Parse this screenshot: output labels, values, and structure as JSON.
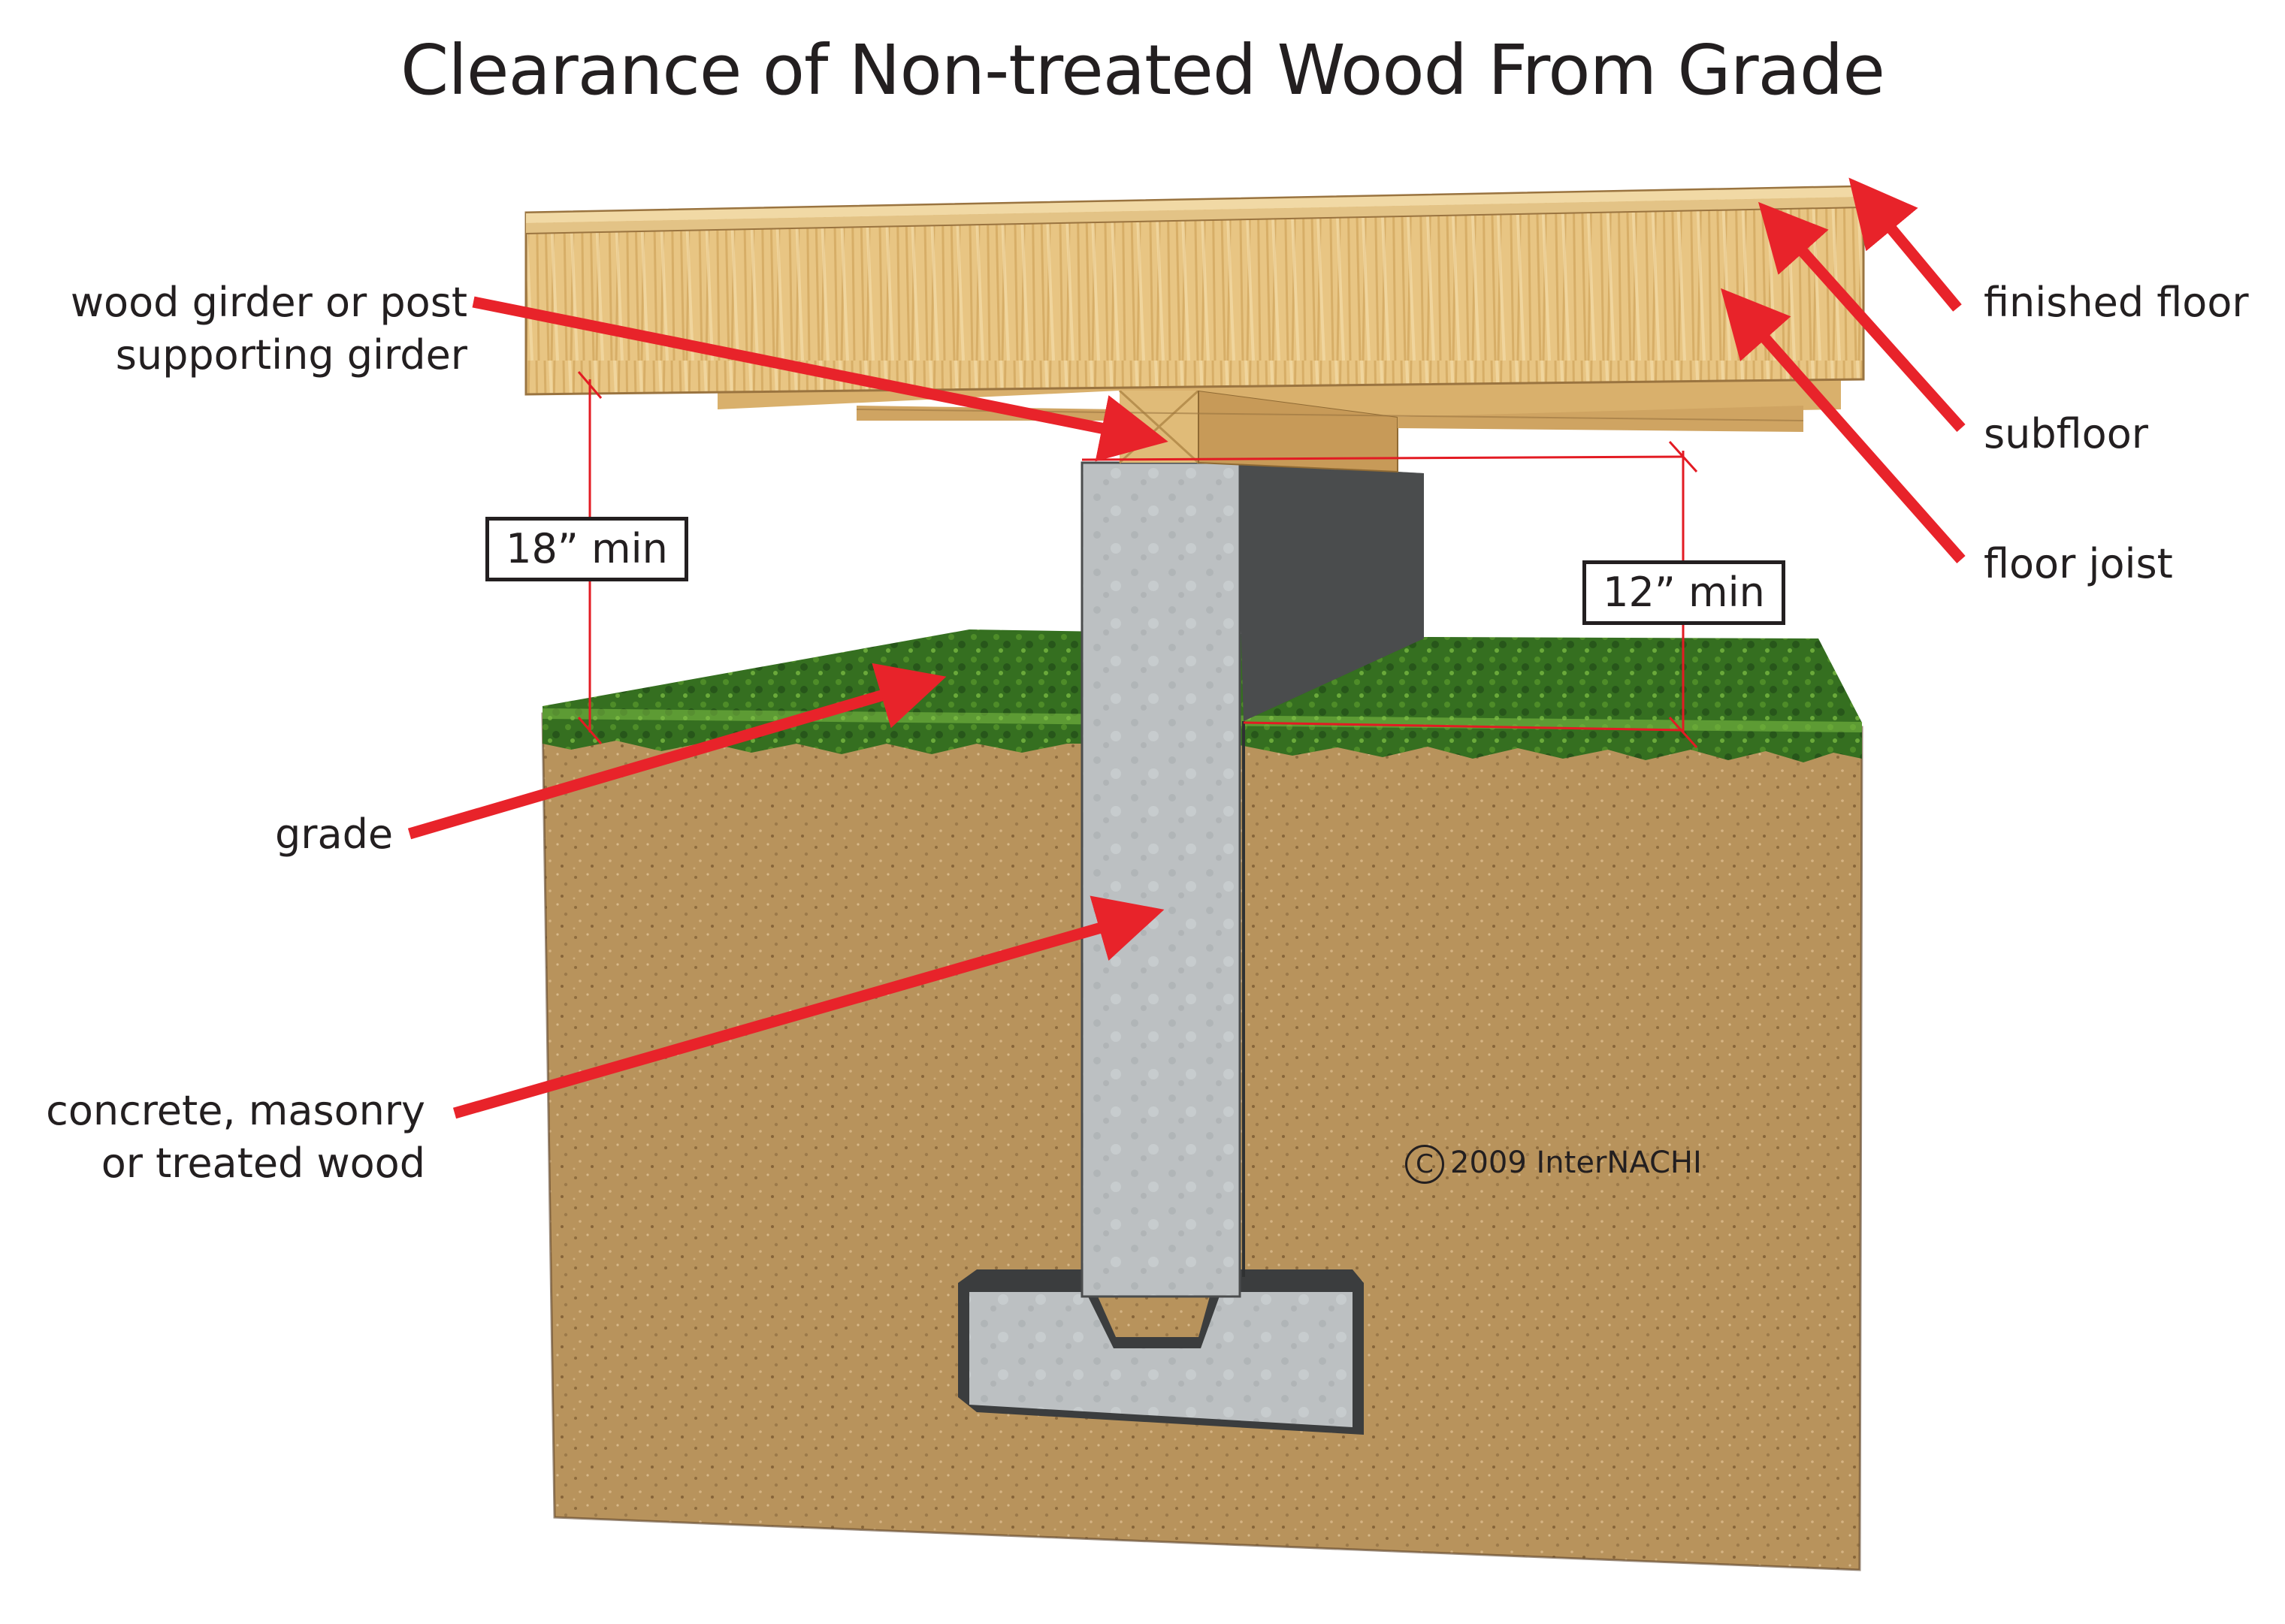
{
  "title": "Clearance of Non-treated Wood From Grade",
  "labels": {
    "wood_girder_line1": "wood girder or post",
    "wood_girder_line2": "supporting girder",
    "finished_floor": "finished floor",
    "subfloor": "subfloor",
    "floor_joist": "floor joist",
    "grade": "grade",
    "concrete_line1": "concrete, masonry",
    "concrete_line2": "or treated wood"
  },
  "dimensions": {
    "left_clearance": "18” min",
    "right_clearance": "12” min"
  },
  "copyright": {
    "symbol": "C",
    "text": "2009  InterNACHI"
  },
  "colors": {
    "arrow": "#e8232a",
    "dimension_line": "#e31b23",
    "wood": "#e6c07e",
    "concrete": "#b9bdbf",
    "soil": "#b8935c",
    "grass": "#2f6b1e"
  }
}
